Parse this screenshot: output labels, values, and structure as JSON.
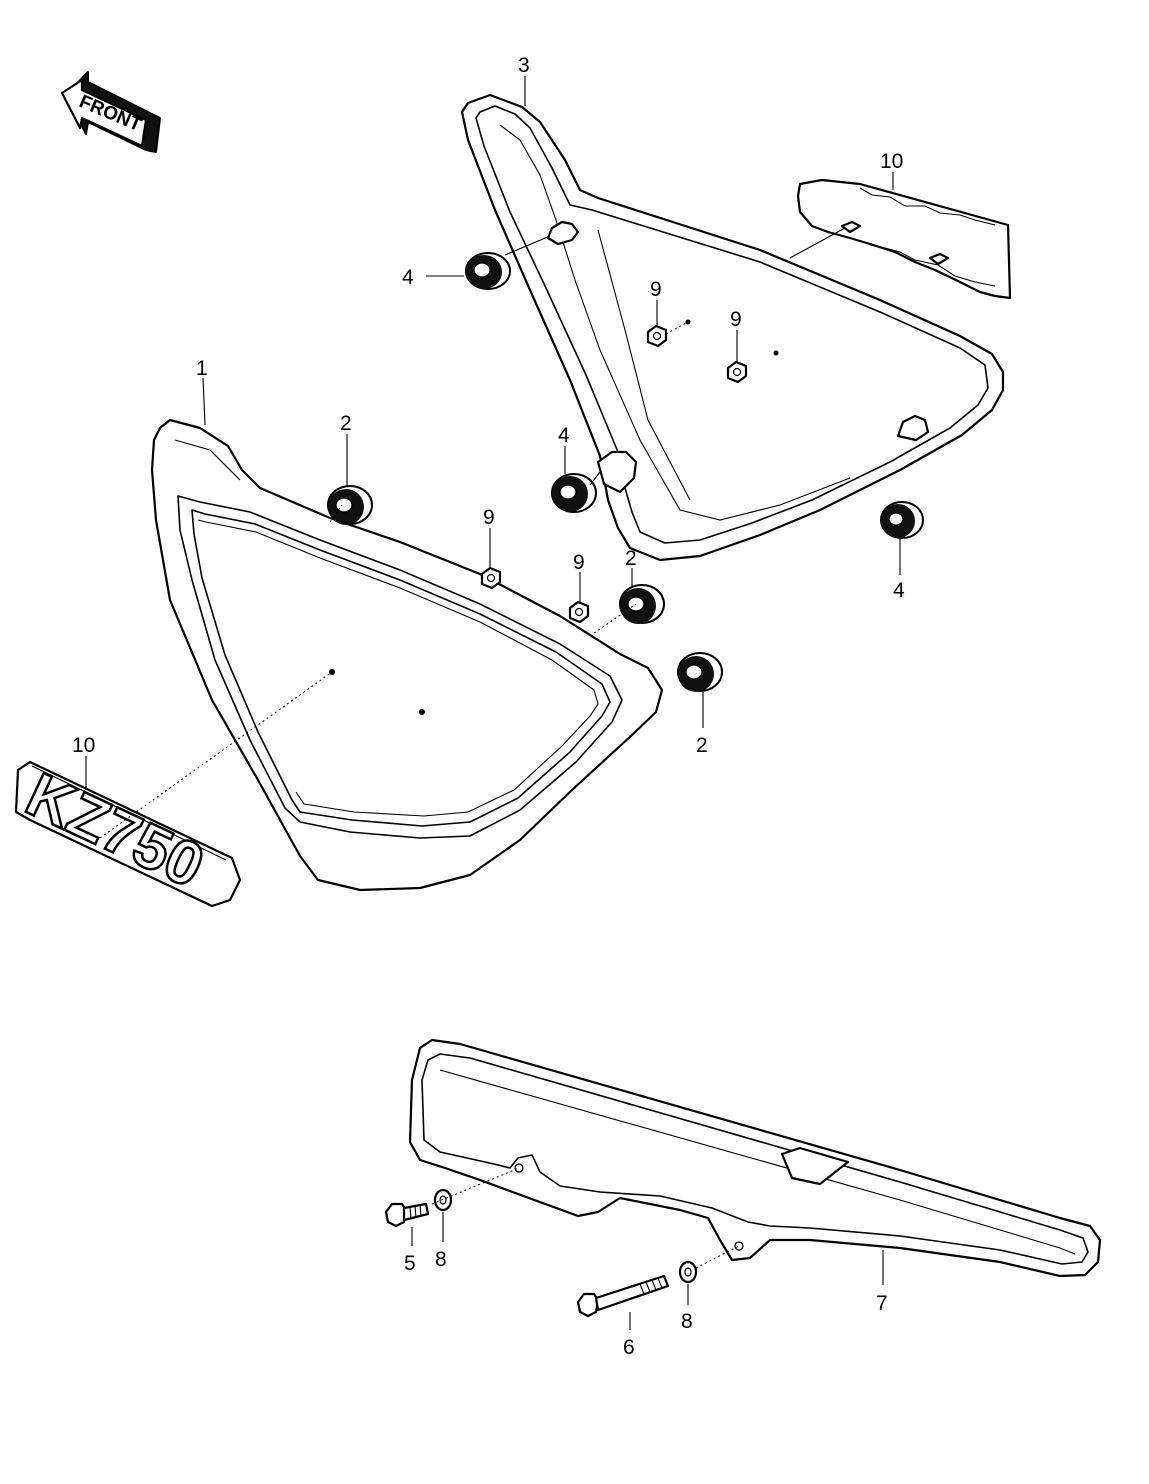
{
  "direction_label": "FRONT",
  "badge_text": "KZ750",
  "callouts": [
    {
      "id": "c1",
      "text": "1"
    },
    {
      "id": "c2a",
      "text": "2"
    },
    {
      "id": "c2b",
      "text": "2"
    },
    {
      "id": "c2c",
      "text": "2"
    },
    {
      "id": "c3",
      "text": "3"
    },
    {
      "id": "c4a",
      "text": "4"
    },
    {
      "id": "c4b",
      "text": "4"
    },
    {
      "id": "c4c",
      "text": "4"
    },
    {
      "id": "c5",
      "text": "5"
    },
    {
      "id": "c6",
      "text": "6"
    },
    {
      "id": "c7",
      "text": "7"
    },
    {
      "id": "c8a",
      "text": "8"
    },
    {
      "id": "c8b",
      "text": "8"
    },
    {
      "id": "c9a",
      "text": "9"
    },
    {
      "id": "c9b",
      "text": "9"
    },
    {
      "id": "c9c",
      "text": "9"
    },
    {
      "id": "c9d",
      "text": "9"
    },
    {
      "id": "c10a",
      "text": "10"
    },
    {
      "id": "c10b",
      "text": "10"
    }
  ],
  "colors": {
    "line": "#000000",
    "background": "#ffffff"
  }
}
